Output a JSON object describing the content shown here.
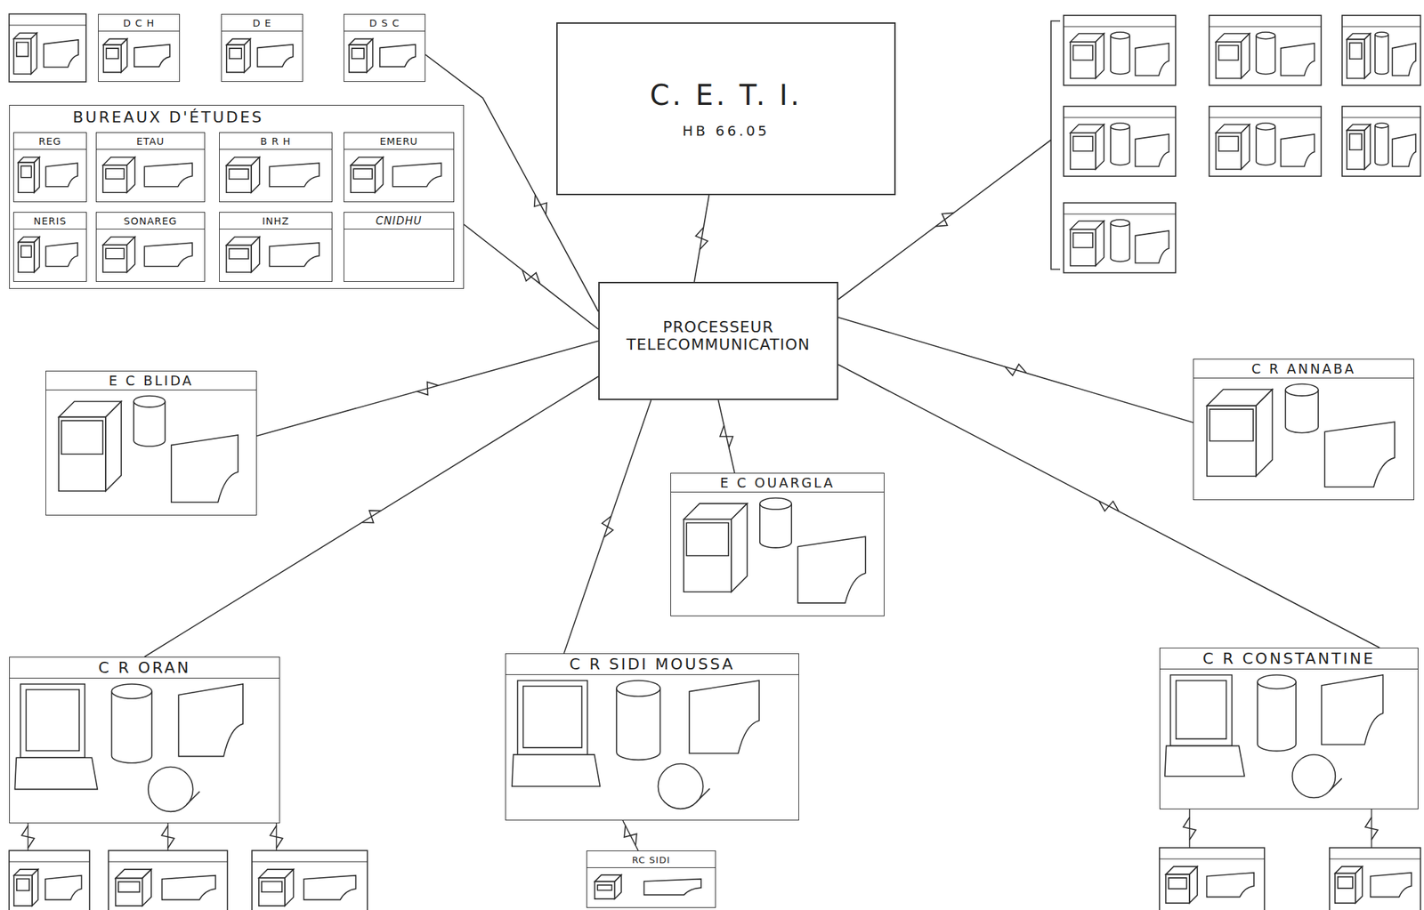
{
  "diagram": {
    "nodes": [
      {
        "text": [
          "C. E. T. I.",
          "HB 66.05"
        ]
      },
      {
        "text": [
          "PROCESSEUR TELECOMMUNICATION"
        ]
      },
      {
        "text": [
          "D C H"
        ]
      },
      {
        "text": [
          "D E"
        ]
      },
      {
        "text": [
          "D S C"
        ]
      },
      {
        "text": [
          "BUREAUX D'ÉTUDES"
        ]
      },
      {
        "text": [
          "REG"
        ],
        "in": 5
      },
      {
        "text": [
          "ETAU"
        ],
        "in": 5
      },
      {
        "text": [
          "B R H"
        ],
        "in": 5
      },
      {
        "text": [
          "EMERU"
        ],
        "in": 5
      },
      {
        "text": [
          "NERIS"
        ],
        "in": 5
      },
      {
        "text": [
          "SONAREG"
        ],
        "in": 5
      },
      {
        "text": [
          "INHZ"
        ],
        "in": 5
      },
      {
        "text": [
          "CNIDHU"
        ],
        "in": 5
      },
      {
        "text": [
          "E C BLIDA"
        ]
      },
      {
        "text": [
          "E C OUARGLA"
        ]
      },
      {
        "text": [
          "C R ANNABA"
        ]
      },
      {
        "text": [
          "C R ORAN"
        ]
      },
      {
        "text": [
          "C R SIDI MOUSSA"
        ]
      },
      {
        "text": [
          "C R CONSTANTINE"
        ]
      },
      {
        "text": [
          "RC SIDI"
        ]
      }
    ],
    "edges": [
      {
        "from": 1,
        "to": 0,
        "arrow": "none"
      },
      {
        "from": 1,
        "to": 4,
        "arrow": "none"
      },
      {
        "from": 1,
        "to": 5,
        "arrow": "none"
      },
      {
        "from": 1,
        "to": 14,
        "arrow": "none"
      },
      {
        "from": 1,
        "to": 15,
        "arrow": "none"
      },
      {
        "from": 1,
        "to": 16,
        "arrow": "none"
      },
      {
        "from": 1,
        "to": 17,
        "arrow": "none"
      },
      {
        "from": 1,
        "to": 18,
        "arrow": "none"
      },
      {
        "from": 1,
        "to": 19,
        "arrow": "none"
      },
      {
        "from": 18,
        "to": 20,
        "arrow": "none"
      }
    ]
  }
}
